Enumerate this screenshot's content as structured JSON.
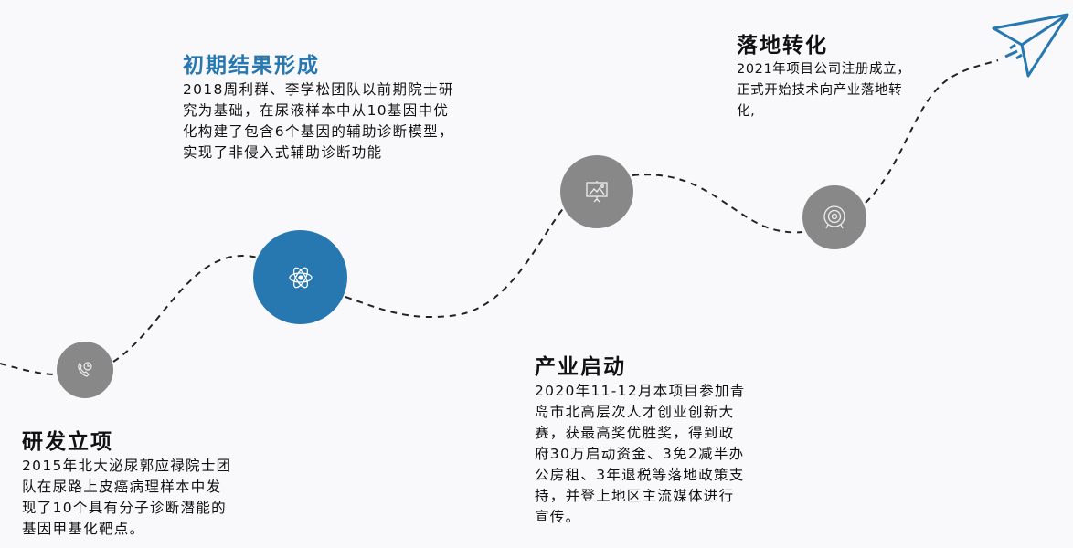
{
  "colors": {
    "accent": "#2777b0",
    "node": "#888888",
    "text": "#111111"
  },
  "milestones": [
    {
      "title": "研发立项",
      "icon": "phone-clock-icon",
      "lines": [
        "2015年北大泌尿郭应禄院士团",
        "队在尿路上皮癌病理样本中发",
        "现了10个具有分子诊断潜能的",
        "基因甲基化靶点。"
      ]
    },
    {
      "title": "初期结果形成",
      "icon": "atom-icon",
      "lines": [
        "2018周利群、李学松团队以前期院士研",
        "究为基础，在尿液样本中从10基因中优",
        "化构建了包含6个基因的辅助诊断模型，",
        "实现了非侵入式辅助诊断功能"
      ]
    },
    {
      "title": "产业启动",
      "icon": "presentation-board-icon",
      "lines": [
        "2020年11-12月本项目参加青",
        "岛市北高层次人才创业创新大",
        "赛，获最高奖优胜奖，得到政",
        "府30万启动资金、3免2减半办",
        "公房租、3年退税等落地政策支",
        "持，并登上地区主流媒体进行",
        "宣传。"
      ]
    },
    {
      "title": "落地转化",
      "icon": "target-icon",
      "lines": [
        "2021年项目公司注册成立，",
        "正式开始技术向产业落地转",
        "化,"
      ]
    }
  ]
}
